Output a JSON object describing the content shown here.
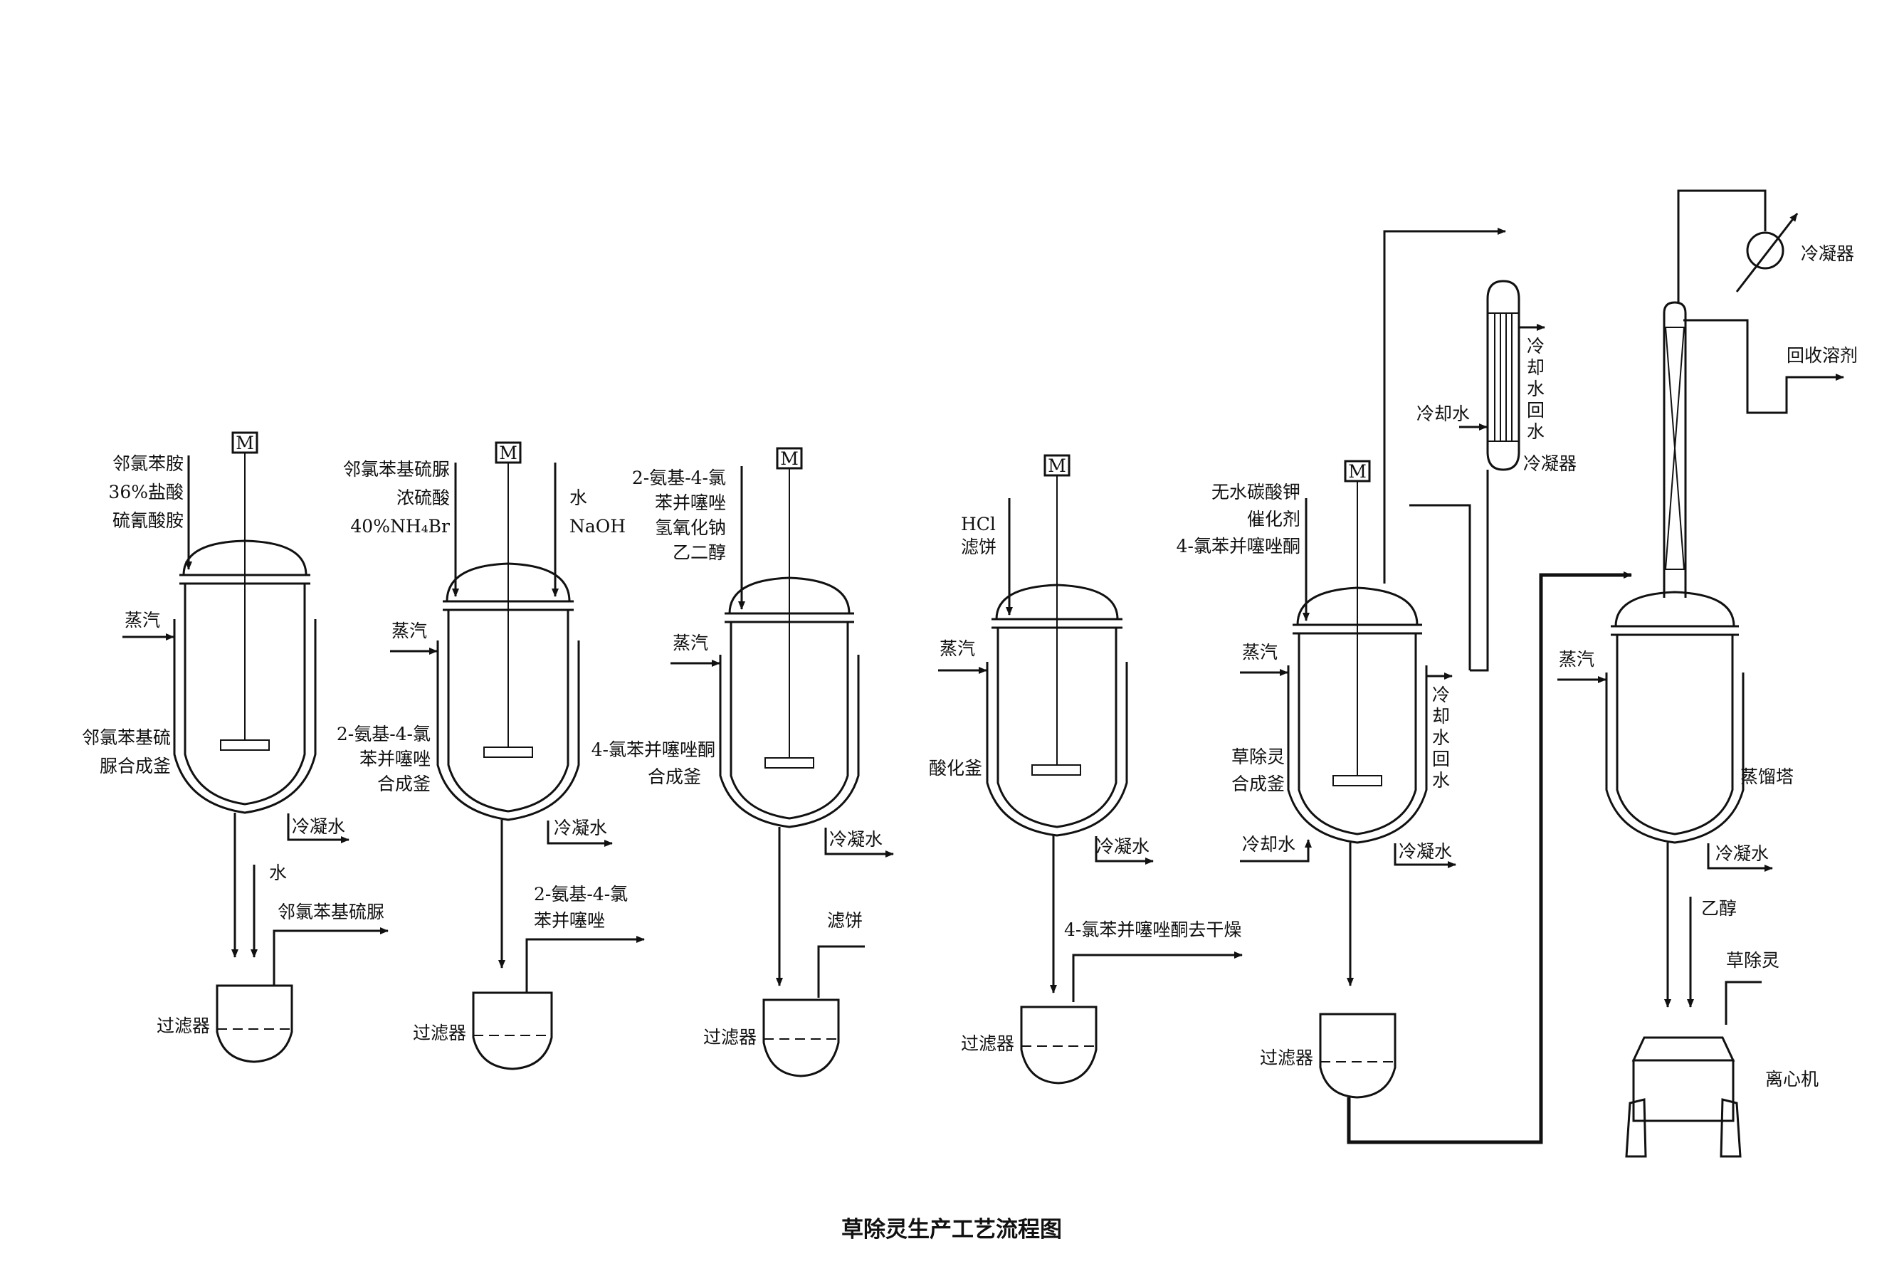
{
  "title": "草除灵生产工艺流程图",
  "motor": "M",
  "units": [
    {
      "inputs": [
        "邻氯苯胺",
        "36%盐酸",
        "硫氰酸胺"
      ],
      "inputs2": [],
      "steam": "蒸汽",
      "name": [
        "邻氯苯基硫",
        "脲合成釜"
      ],
      "condensate": "冷凝水",
      "outlets": [
        "水",
        "邻氯苯基硫脲"
      ],
      "filter": "过滤器"
    },
    {
      "inputs": [
        "邻氯苯基硫脲",
        "浓硫酸",
        "40%NH₄Br"
      ],
      "inputs2": [
        "水",
        "NaOH"
      ],
      "steam": "蒸汽",
      "name": [
        "2-氨基-4-氯",
        "苯并噻唑",
        "合成釜"
      ],
      "condensate": "冷凝水",
      "outlets": [
        "2-氨基-4-氯",
        "苯并噻唑"
      ],
      "filter": "过滤器"
    },
    {
      "inputs": [
        "2-氨基-4-氯",
        "苯并噻唑",
        "氢氧化钠",
        "乙二醇"
      ],
      "inputs2": [],
      "steam": "蒸汽",
      "name": [
        "4-氯苯并噻唑酮",
        "合成釜"
      ],
      "condensate": "冷凝水",
      "outlets": [
        "滤饼"
      ],
      "filter": "过滤器"
    },
    {
      "inputs": [
        "HCl",
        "滤饼"
      ],
      "inputs2": [],
      "steam": "蒸汽",
      "name": [
        "酸化釜"
      ],
      "condensate": "冷凝水",
      "outlets": [
        "4-氯苯并噻唑酮去干燥"
      ],
      "filter": "过滤器"
    },
    {
      "inputs": [
        "无水碳酸钾",
        "催化剂",
        "4-氯苯并噻唑酮"
      ],
      "inputs2": [],
      "steam": "蒸汽",
      "name": [
        "草除灵",
        "合成釜"
      ],
      "condensate": "冷凝水",
      "cooling_in": "冷却水",
      "cooling_return": [
        "冷",
        "却",
        "水",
        "回",
        "水"
      ],
      "outlets": [],
      "filter": "过滤器"
    },
    {
      "inputs": [],
      "inputs2": [],
      "steam": "蒸汽",
      "name": [
        "蒸馏塔"
      ],
      "condensate": "冷凝水",
      "outlets": [
        "乙醇",
        "草除灵"
      ],
      "filter": "离心机"
    }
  ],
  "condenser1": {
    "label": "冷凝器",
    "cooling_in": "冷却水",
    "cooling_return": [
      "冷",
      "却",
      "水",
      "回",
      "水"
    ]
  },
  "condenser2": {
    "label": "冷凝器",
    "recovered": "回收溶剂"
  }
}
